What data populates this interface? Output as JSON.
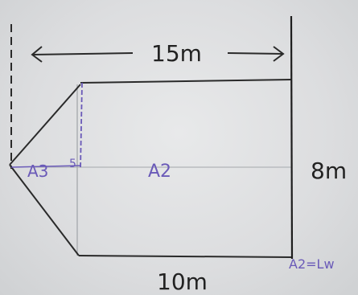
{
  "diagram": {
    "labels": {
      "top_dimension": "15m",
      "right_dimension": "8m",
      "bottom_dimension": "10m",
      "area_front_triangle": "A3",
      "area_middle": "A2",
      "angle_note": "5",
      "area_right_note": "A2=Lw"
    },
    "colors": {
      "ink": "#222222",
      "blue_ink": "#6a5ab8",
      "paper": "#dcdddf"
    }
  }
}
